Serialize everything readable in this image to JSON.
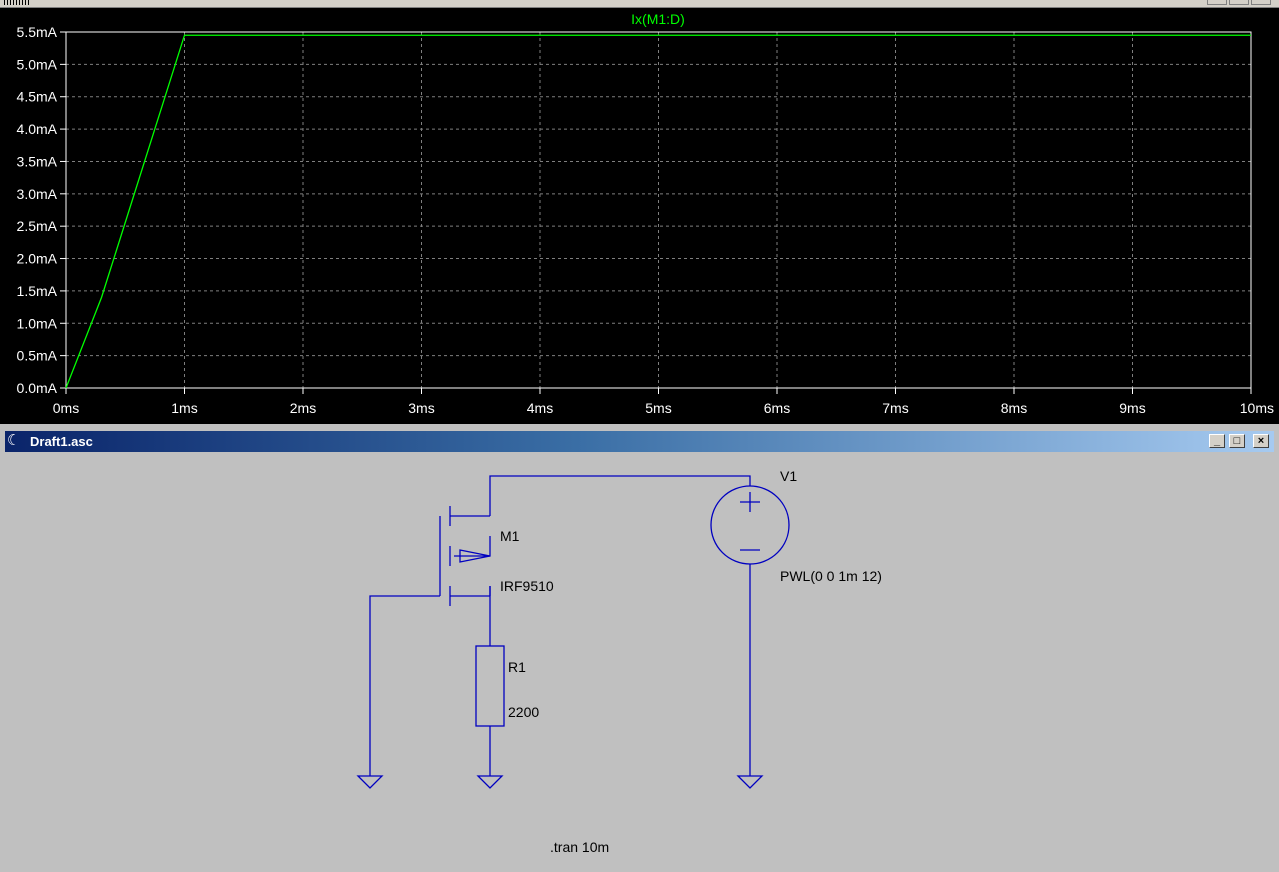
{
  "plot_window": {
    "trace_label": "Ix(M1:D)"
  },
  "chart_data": {
    "type": "line",
    "title": "Ix(M1:D)",
    "xlabel": "",
    "ylabel": "",
    "x_unit": "ms",
    "y_unit": "mA",
    "xlim": [
      0,
      10
    ],
    "ylim": [
      0,
      5.5
    ],
    "x_ticks": [
      "0ms",
      "1ms",
      "2ms",
      "3ms",
      "4ms",
      "5ms",
      "6ms",
      "7ms",
      "8ms",
      "9ms",
      "10ms"
    ],
    "y_ticks": [
      "0.0mA",
      "0.5mA",
      "1.0mA",
      "1.5mA",
      "2.0mA",
      "2.5mA",
      "3.0mA",
      "3.5mA",
      "4.0mA",
      "4.5mA",
      "5.0mA",
      "5.5mA"
    ],
    "grid": true,
    "series": [
      {
        "name": "Ix(M1:D)",
        "color": "#00ff00",
        "x": [
          0,
          0.3,
          1.0,
          10
        ],
        "y": [
          0,
          1.4,
          5.45,
          5.45
        ]
      }
    ],
    "colors": {
      "background": "#000000",
      "axes": "#ffffff",
      "grid": "#7f7f7f",
      "tick_text": "#ffffff",
      "title_text": "#00ff00"
    }
  },
  "schematic_window": {
    "title": "Draft1.asc",
    "buttons": {
      "minimize": "_",
      "restore": "□",
      "close": "×"
    },
    "components": {
      "mosfet": {
        "ref": "M1",
        "model": "IRF9510"
      },
      "resistor": {
        "ref": "R1",
        "value": "2200"
      },
      "source": {
        "ref": "V1",
        "value": "PWL(0 0 1m 12)"
      }
    },
    "directive": ".tran 10m",
    "colors": {
      "wire": "#0000c0",
      "canvas": "#c0c0c0"
    }
  }
}
